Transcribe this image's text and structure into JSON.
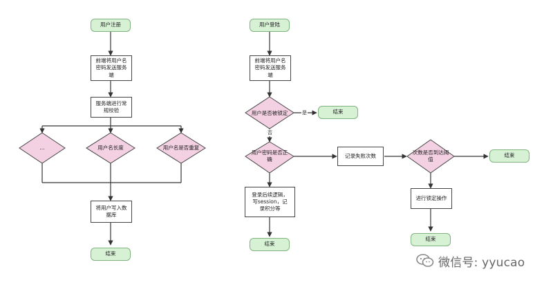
{
  "left_flow": {
    "start": "用户注册",
    "step1": "前端将用户名\n密码发送服务\n端",
    "step2": "服务端进行常\n规校验",
    "decision_a": "...",
    "decision_b": "用户名长度",
    "decision_c": "用户名是否重复",
    "step3": "将用户写入数\n据库",
    "end": "结束"
  },
  "right_flow": {
    "start": "用户登陆",
    "step1": "前端将用户名\n密码发送服务\n端",
    "decision_locked": "用户是否被锁定",
    "label_yes": "是",
    "end_locked": "结束",
    "label_no": "否",
    "decision_password": "用户密码是否正\n确",
    "record_fail": "记录失败次数",
    "decision_limit": "次数是否到达阈\n值",
    "end_limit": "结束",
    "lock_action": "进行锁定操作",
    "end_lock": "结束",
    "login_logic": "登录后续逻辑，\n写session，记\n录积分等",
    "end_login": "结束"
  },
  "watermark": {
    "text": "微信号: yyucao",
    "icon": "wechat-icon"
  },
  "colors": {
    "terminal_fill": "#d7f1d5",
    "terminal_border": "#7fb27d",
    "decision_fill": "#f3d1e2",
    "decision_border": "#444444",
    "line": "#333333"
  }
}
